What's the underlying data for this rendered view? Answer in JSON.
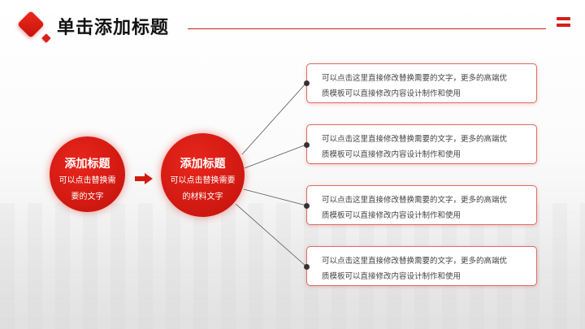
{
  "header": {
    "title": "单击添加标题",
    "logo_icon": "red-diamond-logo-icon",
    "menu_icon": "menu-bars-icon",
    "accent_color": "#d0201a"
  },
  "diagram": {
    "source_circle": {
      "title": "添加标题",
      "text_line1": "可以点击替换需",
      "text_line2": "要的文字"
    },
    "arrow_icon": "right-arrow-icon",
    "hub_circle": {
      "title": "添加标题",
      "text_line1": "可以点击替换需要",
      "text_line2": "的材料文字"
    },
    "boxes": [
      {
        "line1": "可以点击这里直接修改替换需要的文字，更多的高端优",
        "line2": "质模板可以直接修改内容设计制作和使用"
      },
      {
        "line1": "可以点击这里直接修改替换需要的文字，更多的高端优",
        "line2": "质模板可以直接修改内容设计制作和使用"
      },
      {
        "line1": "可以点击这里直接修改替换需要的文字，更多的高端优",
        "line2": "质模板可以直接修改内容设计制作和使用"
      },
      {
        "line1": "可以点击这里直接修改替换需要的文字，更多的高端优",
        "line2": "质模板可以直接修改内容设计制作和使用"
      }
    ]
  }
}
